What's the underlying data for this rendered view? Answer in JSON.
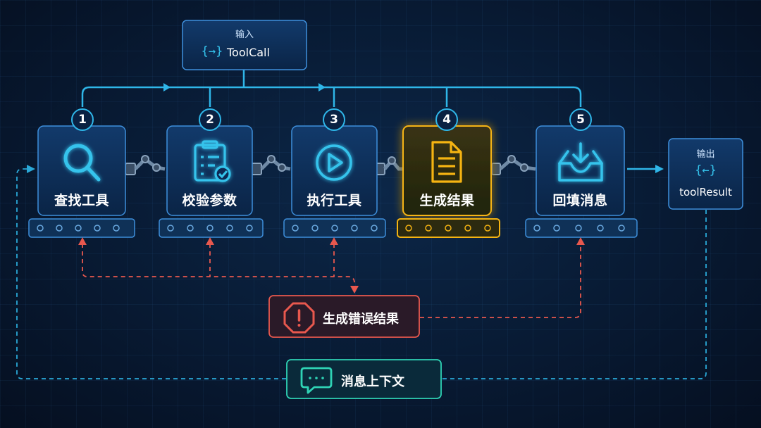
{
  "input": {
    "caption": "输入",
    "symbol": "{→}",
    "label": "ToolCall"
  },
  "output": {
    "caption": "输出",
    "symbol": "{←}",
    "label": "toolResult"
  },
  "stages": [
    {
      "number": "1",
      "label": "查找工具",
      "icon": "search-icon"
    },
    {
      "number": "2",
      "label": "校验参数",
      "icon": "clipboard-check-icon"
    },
    {
      "number": "3",
      "label": "执行工具",
      "icon": "play-circle-icon"
    },
    {
      "number": "4",
      "label": "生成结果",
      "icon": "document-icon",
      "highlighted": true
    },
    {
      "number": "5",
      "label": "回填消息",
      "icon": "inbox-download-icon"
    }
  ],
  "error": {
    "label": "生成错误结果",
    "icon": "warning-octagon-icon"
  },
  "context": {
    "label": "消息上下文",
    "icon": "chat-bubble-icon"
  },
  "colors": {
    "background": "#06142a",
    "flow": "#2fb6e8",
    "box_border": "#3e8fdc",
    "box_fill": "#0d2c55",
    "highlight": "#f5b412",
    "error": "#e8584e",
    "context": "#2fd3b5",
    "text": "#ffffff"
  }
}
